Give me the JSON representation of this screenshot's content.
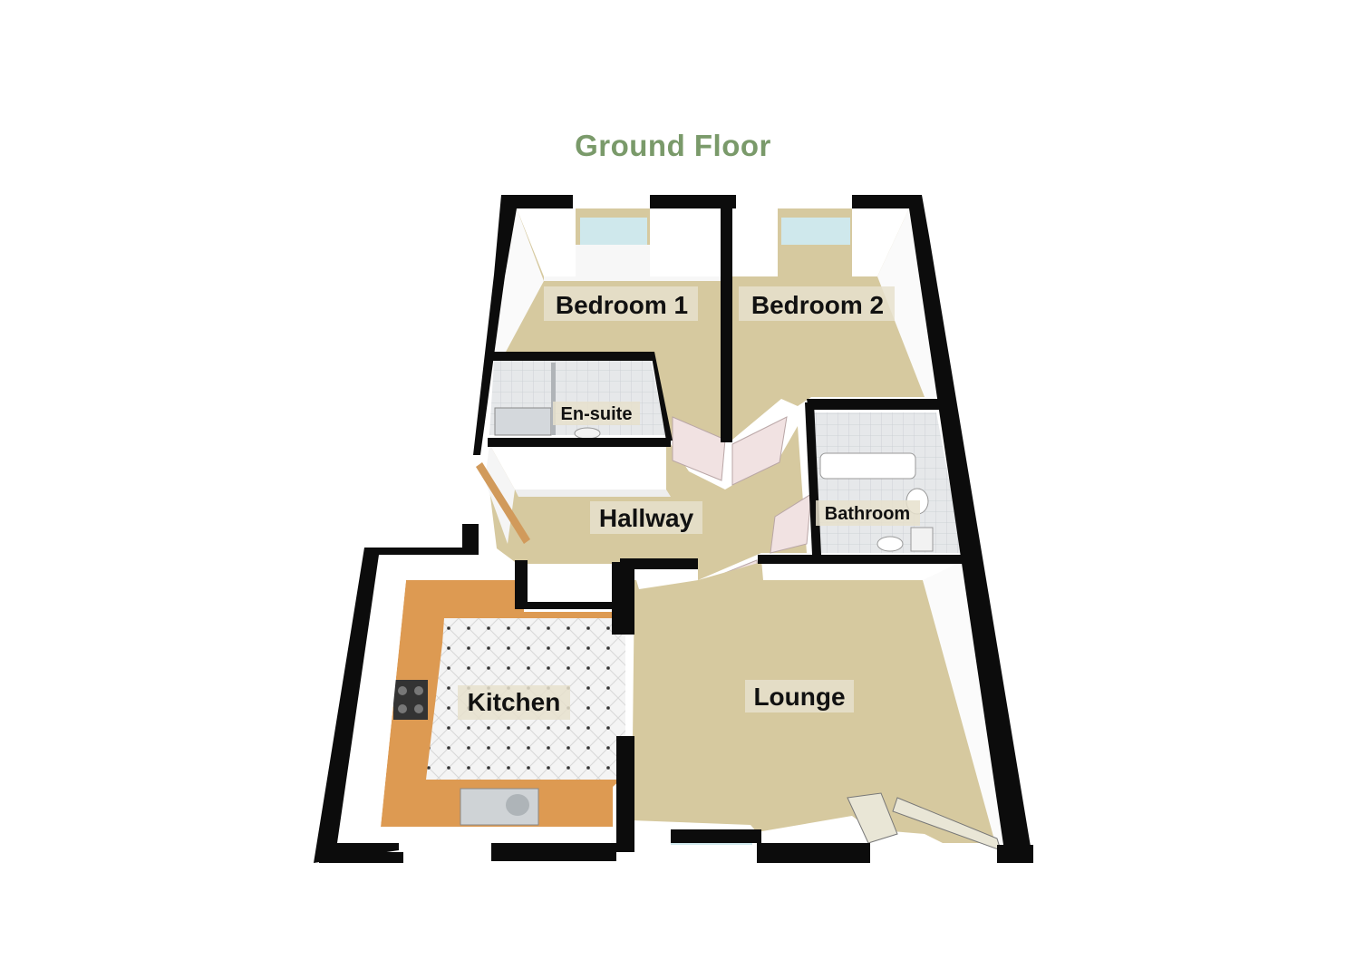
{
  "title": "Ground Floor",
  "rooms": [
    {
      "id": "bedroom-1",
      "label": "Bedroom 1"
    },
    {
      "id": "bedroom-2",
      "label": "Bedroom 2"
    },
    {
      "id": "en-suite",
      "label": "En-suite"
    },
    {
      "id": "hallway",
      "label": "Hallway"
    },
    {
      "id": "bathroom",
      "label": "Bathroom"
    },
    {
      "id": "kitchen",
      "label": "Kitchen"
    },
    {
      "id": "lounge",
      "label": "Lounge"
    }
  ],
  "colors": {
    "title": "#7a9a6a",
    "wall": "#0c0c0c",
    "carpet": "#d6c99f",
    "kitchen_floor": "#f2f2f2",
    "worktop": "#dd9a52",
    "tile": "#e8eaec",
    "window": "#cfe8ec"
  }
}
